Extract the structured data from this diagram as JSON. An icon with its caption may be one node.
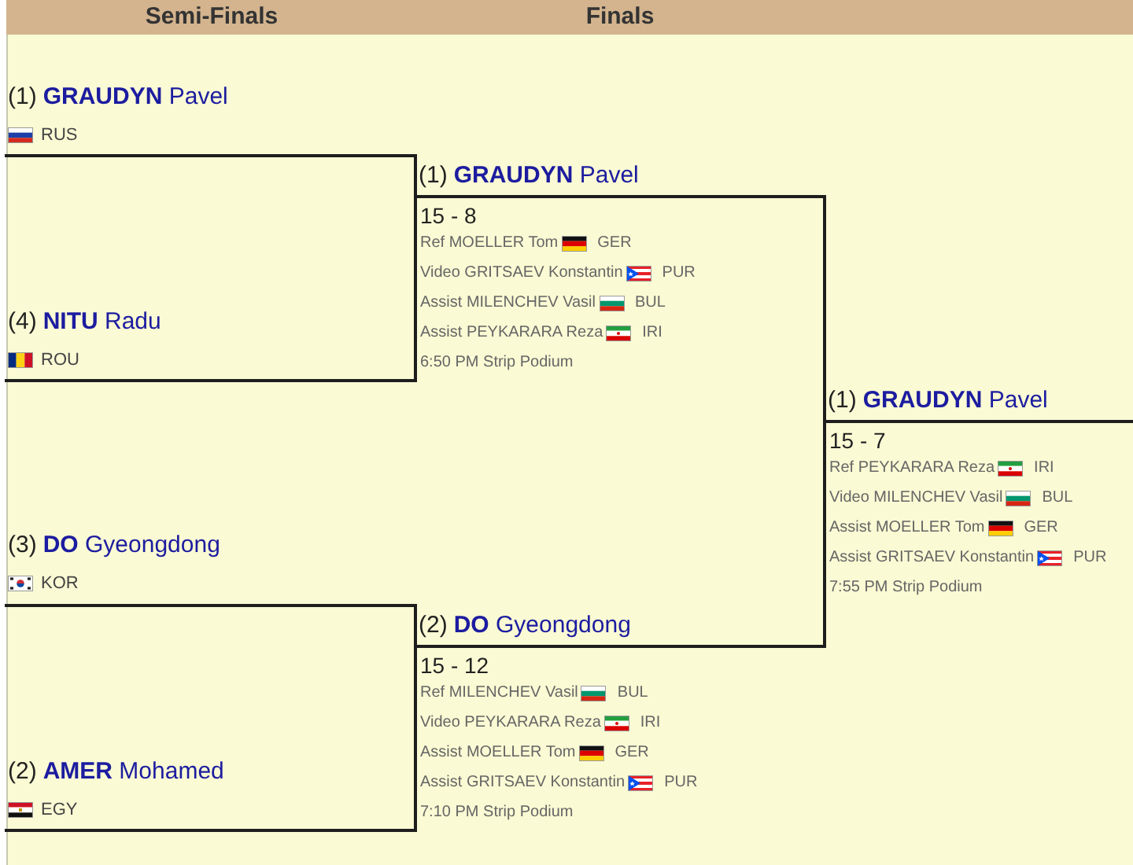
{
  "diagram": {
    "nodes": [
      {
        "text": [
          "(1)",
          "**GRAUDYN** Pavel",
          "RUS"
        ]
      },
      {
        "text": [
          "(4)",
          "**NITU** Radu",
          "ROU"
        ]
      },
      {
        "text": [
          "(3)",
          "**DO** Gyeongdong",
          "KOR"
        ]
      },
      {
        "text": [
          "(2)",
          "**AMER** Mohamed",
          "EGY"
        ]
      },
      {
        "text": [
          "(1)",
          "**GRAUDYN** Pavel"
        ],
        "beside": [
          "15 - 8",
          "Ref MOELLER Tom",
          "GER",
          "Video GRITSAEV Konstantin",
          "PUR",
          "Assist MILENCHEV Vasil",
          "BUL",
          "Assist PEYKARARA Reza",
          "IRI",
          "6:50 PM Strip Podium"
        ]
      },
      {
        "text": [
          "(2)",
          "**DO** Gyeongdong"
        ],
        "beside": [
          "15 - 12",
          "Ref MILENCHEV Vasil",
          "BUL",
          "Video PEYKARARA Reza",
          "IRI",
          "Assist MOELLER Tom",
          "GER",
          "Assist GRITSAEV Konstantin",
          "PUR",
          "7:10 PM Strip Podium"
        ]
      },
      {
        "text": [
          "(1)",
          "**GRAUDYN** Pavel"
        ],
        "beside": [
          "15 - 7",
          "Ref PEYKARARA Reza",
          "IRI",
          "Video MILENCHEV Vasil",
          "BUL",
          "Assist MOELLER Tom",
          "GER",
          "Assist GRITSAEV Konstantin",
          "PUR",
          "7:55 PM Strip Podium"
        ]
      }
    ],
    "edges": [
      {
        "from": 0,
        "to": 4,
        "arrow": "none"
      },
      {
        "from": 1,
        "to": 4,
        "arrow": "none"
      },
      {
        "from": 2,
        "to": 5,
        "arrow": "none"
      },
      {
        "from": 3,
        "to": 5,
        "arrow": "none"
      },
      {
        "from": 4,
        "to": 6,
        "arrow": "none"
      },
      {
        "from": 5,
        "to": 6,
        "arrow": "none"
      }
    ],
    "labels": [
      "Semi-Finals",
      "Finals"
    ]
  }
}
